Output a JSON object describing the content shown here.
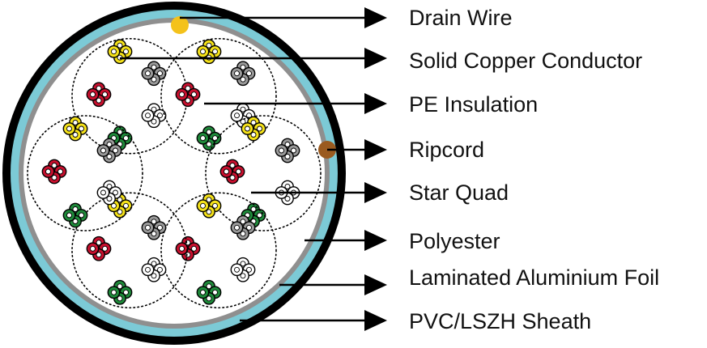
{
  "callouts": [
    {
      "key": "drain_wire",
      "label": "Drain Wire"
    },
    {
      "key": "solid_copper_conductor",
      "label": "Solid Copper Conductor"
    },
    {
      "key": "pe_insulation",
      "label": "PE Insulation"
    },
    {
      "key": "ripcord",
      "label": "Ripcord"
    },
    {
      "key": "star_quad",
      "label": "Star Quad"
    },
    {
      "key": "polyester",
      "label": "Polyester"
    },
    {
      "key": "laminated_aluminium_foil",
      "label": "Laminated Aluminium Foil"
    },
    {
      "key": "pvc_lszh_sheath",
      "label": "PVC/LSZH Sheath"
    }
  ],
  "colors": {
    "sheath": "#000000",
    "foil": "#8f8f8f",
    "polyester": "#7ccad6",
    "drain_wire": "#f4c21b",
    "ripcord": "#9a5a1f",
    "conductor_yellow": "#f5e21a",
    "conductor_red": "#c8102e",
    "conductor_grey": "#9a9a9a",
    "conductor_green": "#1e8a3a",
    "conductor_white": "#ffffff"
  },
  "cable": {
    "pair_count": 6,
    "quad_colors": [
      "conductor_yellow",
      "conductor_grey",
      "conductor_white",
      "conductor_green",
      "conductor_red"
    ]
  }
}
